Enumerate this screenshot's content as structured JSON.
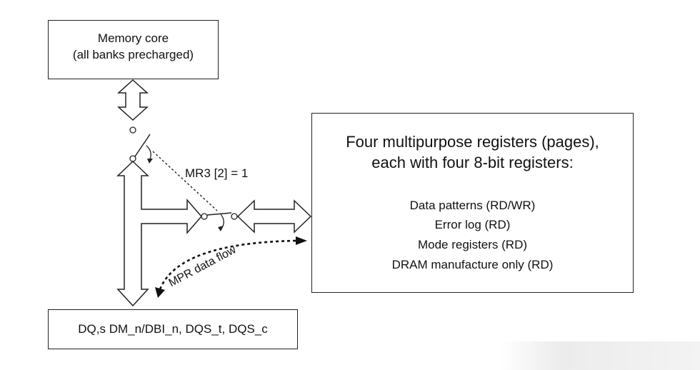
{
  "memory_core": {
    "line1": "Memory core",
    "line2": "(all banks precharged)"
  },
  "registers": {
    "heading_line1": "Four multipurpose registers (pages),",
    "heading_line2": "each with four 8-bit registers:",
    "items": [
      "Data patterns (RD/WR)",
      "Error log (RD)",
      "Mode registers (RD)",
      "DRAM manufacture only (RD)"
    ]
  },
  "io": {
    "label": "DQ,s DM_n/DBI_n, DQS_t, DQS_c"
  },
  "switch_condition": "MR3 [2] = 1",
  "flow_label": "MPR data flow"
}
